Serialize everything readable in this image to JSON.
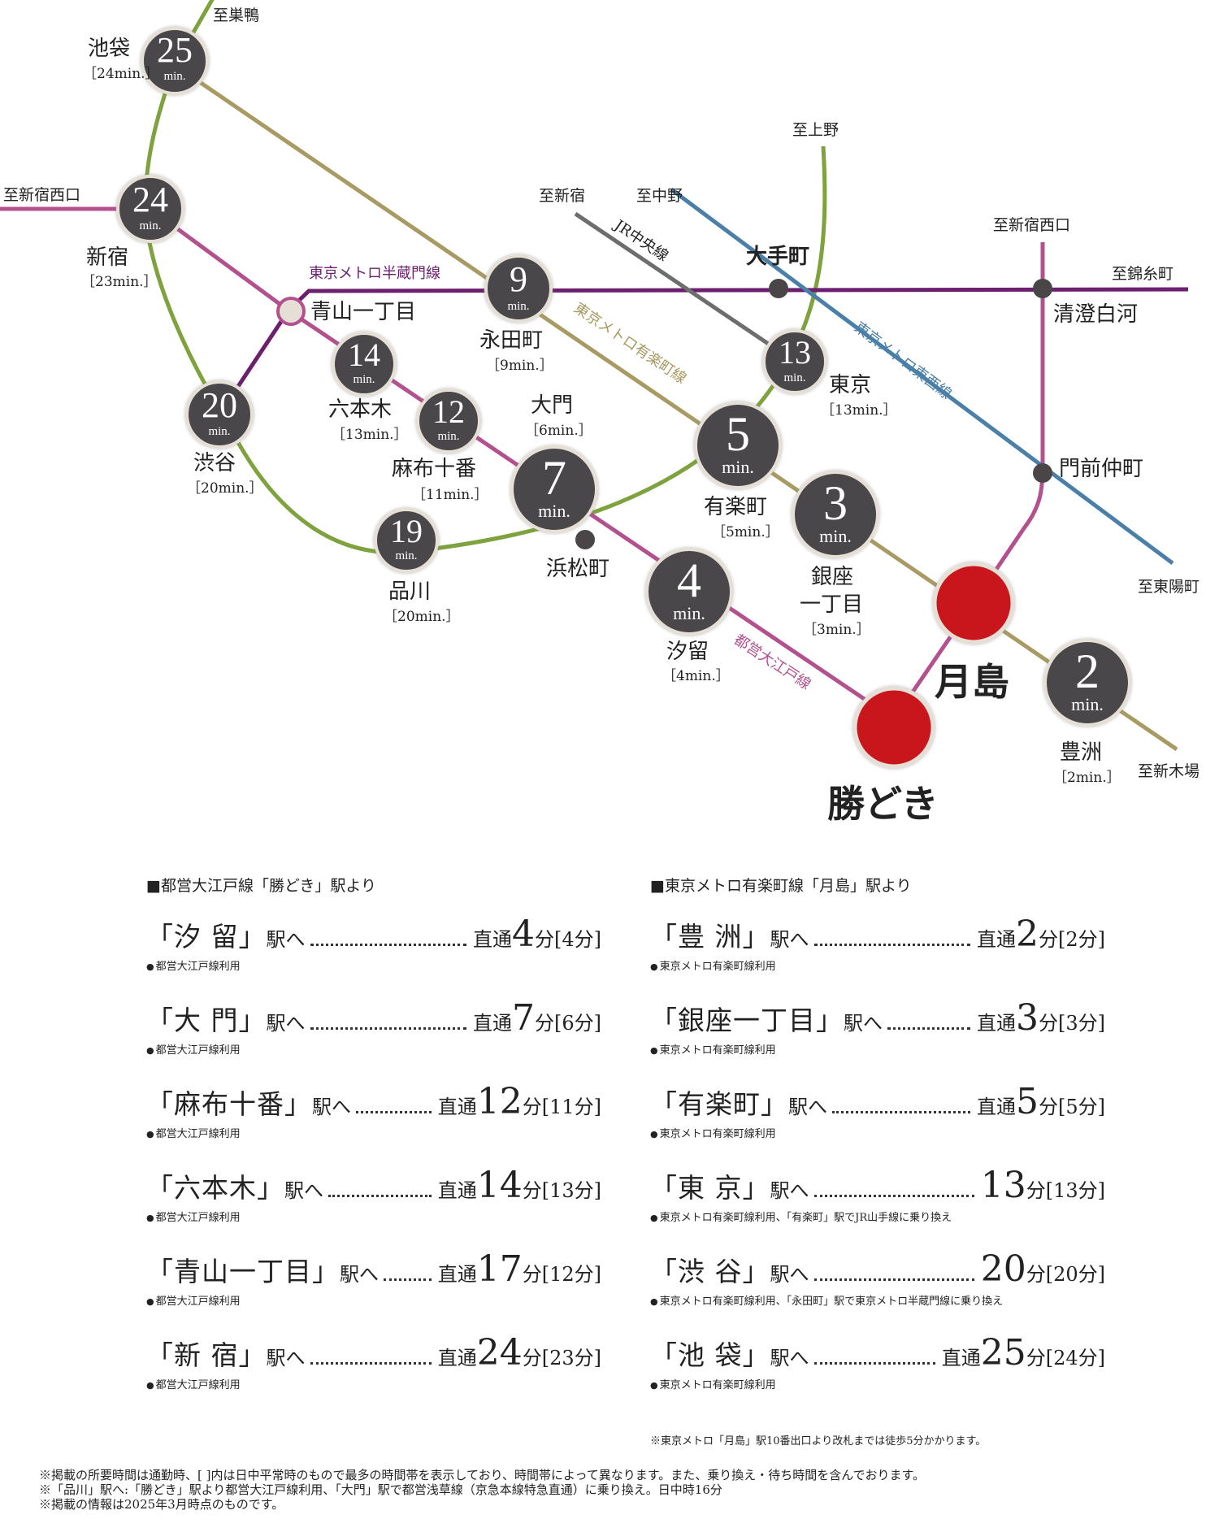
{
  "directions": {
    "sugamo": "至巣鴨",
    "ueno": "至上野",
    "shinjuku_nishiguchi_left": "至新宿西口",
    "shinjuku": "至新宿",
    "nakano": "至中野",
    "shinjuku_nishiguchi_right": "至新宿西口",
    "kinshicho": "至錦糸町",
    "toyocho": "至東陽町",
    "shinkiba": "至新木場"
  },
  "lines": {
    "hanzomon": "東京メトロ半蔵門線",
    "jr_chuo": "JR中央線",
    "yurakucho": "東京メトロ有楽町線",
    "tozai": "東京メトロ東西線",
    "oedo": "都営大江戸線"
  },
  "stations": {
    "ikebukuro": {
      "name": "池袋",
      "badge": "25",
      "sub": "［24min.］"
    },
    "shinjuku": {
      "name": "新宿",
      "badge": "24",
      "sub": "［23min.］"
    },
    "aoyama": {
      "name": "青山一丁目"
    },
    "nagatacho": {
      "name": "永田町",
      "badge": "9",
      "sub": "［9min.］"
    },
    "roppongi": {
      "name": "六本木",
      "badge": "14",
      "sub": "［13min.］"
    },
    "azabu": {
      "name": "麻布十番",
      "badge": "12",
      "sub": "［11min.］"
    },
    "shibuya": {
      "name": "渋谷",
      "badge": "20",
      "sub": "［20min.］"
    },
    "shinagawa": {
      "name": "品川",
      "badge": "19",
      "sub": "［20min.］"
    },
    "daimon": {
      "name": "大門",
      "badge": "7",
      "sub": "［6min.］"
    },
    "hamamatsucho": {
      "name": "浜松町"
    },
    "shiodome": {
      "name": "汐留",
      "badge": "4",
      "sub": "［4min.］"
    },
    "otemachi": {
      "name": "大手町"
    },
    "tokyo": {
      "name": "東京",
      "badge": "13",
      "sub": "［13min.］"
    },
    "yurakucho": {
      "name": "有楽町",
      "badge": "5",
      "sub": "［5min.］"
    },
    "ginza1": {
      "name1": "銀座",
      "name2": "一丁目",
      "badge": "3",
      "sub": "［3min.］"
    },
    "kiyosumi": {
      "name": "清澄白河"
    },
    "monzen": {
      "name": "門前仲町"
    },
    "tsukishima": {
      "name": "月島"
    },
    "kachidoki": {
      "name": "勝どき"
    },
    "toyosu": {
      "name": "豊洲",
      "badge": "2",
      "sub": "［2min.］"
    },
    "min_unit": "min."
  },
  "left_column": {
    "heading": "■都営大江戸線「勝どき」駅より",
    "rows": [
      {
        "dest": "「汐 留」",
        "suffix": "駅へ",
        "prefix": "直通",
        "big": "4",
        "unit": "分",
        "bracket": "[4分]",
        "note": "都営大江戸線利用"
      },
      {
        "dest": "「大 門」",
        "suffix": "駅へ",
        "prefix": "直通",
        "big": "7",
        "unit": "分",
        "bracket": "[6分]",
        "note": "都営大江戸線利用"
      },
      {
        "dest": "「麻布十番」",
        "suffix": "駅へ",
        "prefix": "直通",
        "big": "12",
        "unit": "分",
        "bracket": "[11分]",
        "note": "都営大江戸線利用"
      },
      {
        "dest": "「六本木」",
        "suffix": "駅へ",
        "prefix": "直通",
        "big": "14",
        "unit": "分",
        "bracket": "[13分]",
        "note": "都営大江戸線利用"
      },
      {
        "dest": "「青山一丁目」",
        "suffix": "駅へ",
        "prefix": "直通",
        "big": "17",
        "unit": "分",
        "bracket": "[12分]",
        "note": "都営大江戸線利用"
      },
      {
        "dest": "「新 宿」",
        "suffix": "駅へ",
        "prefix": "直通",
        "big": "24",
        "unit": "分",
        "bracket": "[23分]",
        "note": "都営大江戸線利用"
      }
    ]
  },
  "right_column": {
    "heading": "■東京メトロ有楽町線「月島」駅より",
    "rows": [
      {
        "dest": "「豊 洲」",
        "suffix": "駅へ",
        "prefix": "直通",
        "big": "2",
        "unit": "分",
        "bracket": "[2分]",
        "note": "東京メトロ有楽町線利用"
      },
      {
        "dest": "「銀座一丁目」",
        "suffix": "駅へ",
        "prefix": "直通",
        "big": "3",
        "unit": "分",
        "bracket": "[3分]",
        "note": "東京メトロ有楽町線利用"
      },
      {
        "dest": "「有楽町」",
        "suffix": "駅へ",
        "prefix": "直通",
        "big": "5",
        "unit": "分",
        "bracket": "[5分]",
        "note": "東京メトロ有楽町線利用"
      },
      {
        "dest": "「東 京」",
        "suffix": "駅へ",
        "prefix": "",
        "big": "13",
        "unit": "分",
        "bracket": "[13分]",
        "note": "東京メトロ有楽町線利用、「有楽町」駅でJR山手線に乗り換え"
      },
      {
        "dest": "「渋 谷」",
        "suffix": "駅へ",
        "prefix": "",
        "big": "20",
        "unit": "分",
        "bracket": "[20分]",
        "note": "東京メトロ有楽町線利用、「永田町」駅で東京メトロ半蔵門線に乗り換え"
      },
      {
        "dest": "「池 袋」",
        "suffix": "駅へ",
        "prefix": "直通",
        "big": "25",
        "unit": "分",
        "bracket": "[24分]",
        "note": "東京メトロ有楽町線利用"
      }
    ],
    "footnote": "※東京メトロ「月島」駅10番出口より改札までは徒歩5分かかります。"
  },
  "footnotes": [
    "※掲載の所要時間は通勤時、[ ]内は日中平常時のもので最多の時間帯を表示しており、時間帯によって異なります。また、乗り換え・待ち時間を含んでおります。",
    "※「品川」駅へ:「勝どき」駅より都営大江戸線利用、「大門」駅で都営浅草線（京急本線特急直通）に乗り換え。日中時16分",
    "※掲載の情報は2025年3月時点のものです。"
  ],
  "colors": {
    "yamanote": "#7ea23e",
    "yurakucho": "#a79a62",
    "hanzomon": "#6b1f6e",
    "oedo": "#b3508e",
    "chuo": "#6d6d6d",
    "tozai": "#4a7fa8",
    "station": "#4a4648",
    "highlight": "#c8141e"
  }
}
